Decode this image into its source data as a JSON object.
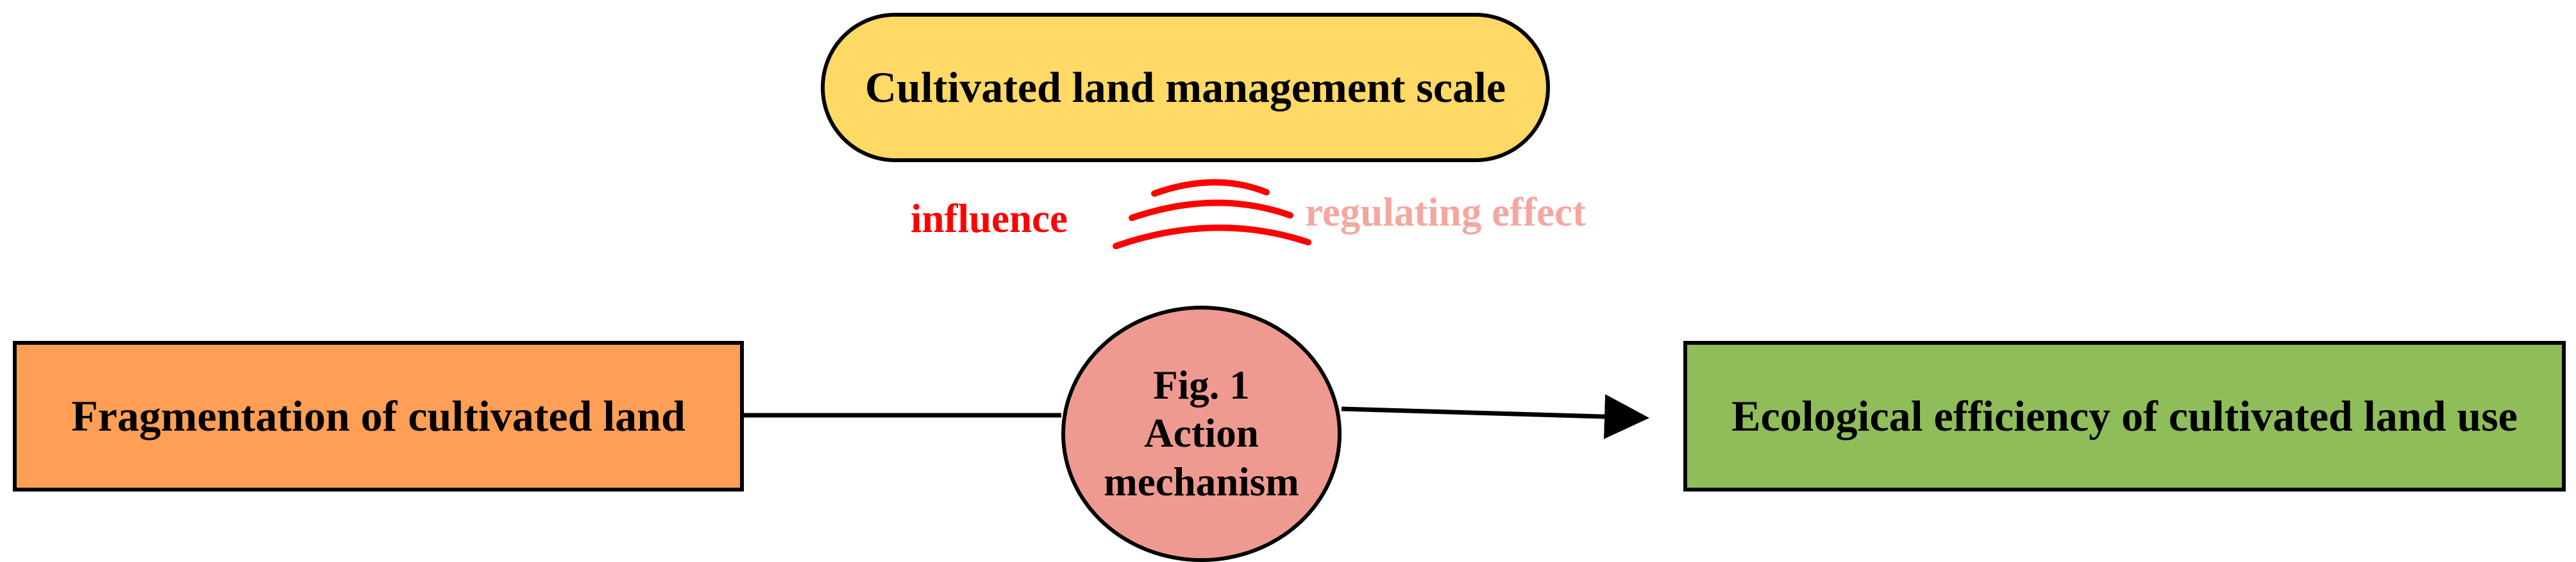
{
  "colors": {
    "scale_fill": "#FFD966",
    "left_fill": "#FF9F55",
    "right_fill": "#8FBD5A",
    "circle_fill": "#EE9A90",
    "influence_text": "#FF0000",
    "regulating_text": "#F4A7A0",
    "wave_stroke": "#FF0000",
    "line_stroke": "#000000"
  },
  "scale_node": {
    "label": "Cultivated land management scale"
  },
  "left_node": {
    "label": "Fragmentation of cultivated land"
  },
  "center_node": {
    "line1": "Fig. 1",
    "line2": "Action",
    "line3": "mechanism"
  },
  "right_node": {
    "label": "Ecological efficiency of cultivated land use"
  },
  "influence_label": "influence",
  "regulating_label": "regulating effect"
}
